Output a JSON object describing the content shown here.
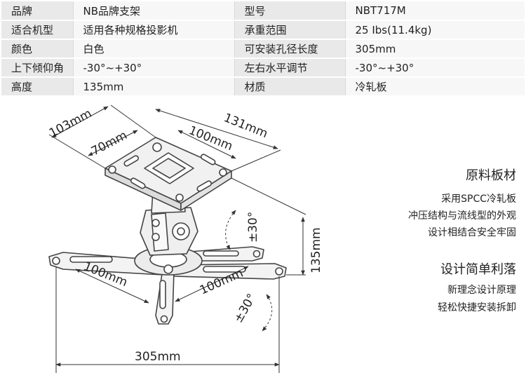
{
  "specs": [
    {
      "label": "品牌",
      "value": "NB品牌支架",
      "label2": "型号",
      "value2": "NBT717M"
    },
    {
      "label": "适合机型",
      "value": "适用各种规格投影机",
      "label2": "承重范围",
      "value2": "25 Ibs(11.4kg)"
    },
    {
      "label": "颜色",
      "value": "白色",
      "label2": "可安装孔径长度",
      "value2": "305mm"
    },
    {
      "label": "上下倾仰角",
      "value": "-30°~+30°",
      "label2": "左右水平调节",
      "value2": "-30°~+30°"
    },
    {
      "label": "高度",
      "value": "135mm",
      "label2": "材质",
      "value2": "冷轧板"
    }
  ],
  "dimensions": {
    "d103": "103mm",
    "d131": "131mm",
    "d70": "70mm",
    "d100_top": "100mm",
    "d100_left": "100mm",
    "d100_right": "100mm",
    "d135": "135mm",
    "d305": "305mm",
    "tilt": "±30°",
    "swivel": "±30°"
  },
  "features": {
    "material_title": "原料板材",
    "material_lines": [
      "采用SPCC冷轧板",
      "冲压结构与流线型的外观",
      "设计相结合安全牢固"
    ],
    "install_title": "设计简单利落",
    "install_lines": [
      "新理念设计原理",
      "轻松快捷安装拆卸"
    ]
  }
}
